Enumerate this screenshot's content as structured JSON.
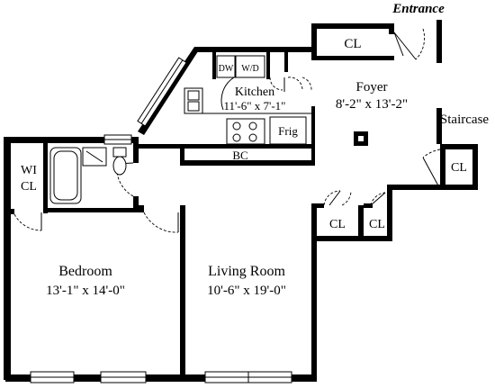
{
  "entrance": "Entrance",
  "rooms": {
    "foyer": {
      "name": "Foyer",
      "dims": "8'-2\" x 13'-2\""
    },
    "kitchen": {
      "name": "Kitchen",
      "dims": "11'-6\" x 7'-1\""
    },
    "bedroom": {
      "name": "Bedroom",
      "dims": "13'-1\" x 14'-0\""
    },
    "living": {
      "name": "Living Room",
      "dims": "10'-6\" x 19'-0\""
    }
  },
  "closets": {
    "top": "CL",
    "stair": "CL",
    "lower_left": "CL",
    "lower_right": "CL",
    "walk_in_line1": "WI",
    "walk_in_line2": "CL"
  },
  "features": {
    "staircase": "Staircase",
    "bc": "BC",
    "fridge": "Frig",
    "dishwasher": "DW",
    "washer_dryer": "W/D"
  }
}
